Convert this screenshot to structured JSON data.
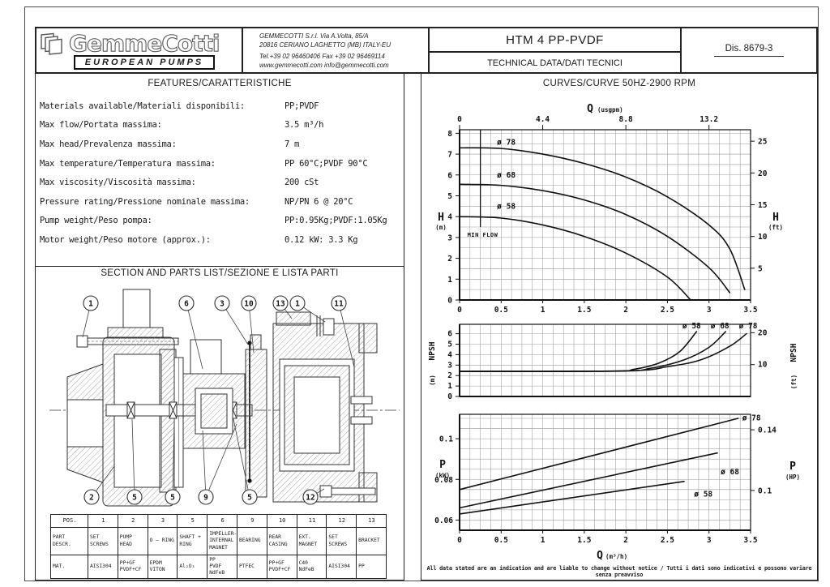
{
  "colors": {
    "ink": "#1a1a1a",
    "paper": "#ffffff",
    "grid": "#9a9a9a"
  },
  "icons": {
    "logo_stack": "stacked-sheets-icon"
  },
  "page": {
    "header": {
      "logo": {
        "name": "GemmeCotti",
        "tagline": "EUROPEAN PUMPS"
      },
      "company": {
        "line1": "GEMMECOTTI S.r.l. Via A.Volta, 85/A",
        "line2": "20816 CERIANO LAGHETTO (MB) ITALY-EU",
        "line3": "Tel.+39 02 96460406 Fax +39 02 96469114",
        "line4": "www.gemmecotti.com info@gemmecotti.com"
      },
      "title": "HTM 4 PP-PVDF",
      "subtitle": "TECHNICAL DATA/DATI TECNICI",
      "drawing_no": "Dis. 8679-3"
    },
    "features": {
      "title": "FEATURES/CARATTERISTICHE",
      "rows": [
        {
          "label": "Materials available/Materiali disponibili:",
          "value": "PP;PVDF"
        },
        {
          "label": "Max flow/Portata massima:",
          "value": "3.5 m³/h"
        },
        {
          "label": "Max head/Prevalenza massima:",
          "value": "7 m"
        },
        {
          "label": "Max temperature/Temperatura massima:",
          "value": "PP 60°C;PVDF 90°C"
        },
        {
          "label": "Max viscosity/Viscosità massima:",
          "value": "200 cSt"
        },
        {
          "label": "Pressure rating/Pressione nominale massima:",
          "value": "NP/PN 6 @ 20°C"
        },
        {
          "label": "Pump weight/Peso pompa:",
          "value": "PP:0.95Kg;PVDF:1.05Kg"
        },
        {
          "label": "Motor weight/Peso motore (approx.):",
          "value": "0.12 kW: 3.3 Kg"
        }
      ]
    },
    "section": {
      "title": "SECTION AND PARTS LIST/SEZIONE E LISTA PARTI",
      "callouts_top": [
        "1",
        "6",
        "3",
        "10",
        "13",
        "1",
        "11"
      ],
      "callouts_bottom": [
        "2",
        "5",
        "5",
        "9",
        "5",
        "12"
      ]
    },
    "parts_table": {
      "row_headers": [
        "POS.",
        "PART\nDESCR.",
        "MAT."
      ],
      "pos": [
        "1",
        "2",
        "3",
        "5",
        "6",
        "9",
        "10",
        "11",
        "12",
        "13"
      ],
      "descr": [
        "SET\nSCREWS",
        "PUMP\nHEAD",
        "O – RING",
        "SHAFT +\nRING",
        "IMPELLER-\nINTERNAL\nMAGNET",
        "BEARING",
        "REAR\nCASING",
        "EXT.\nMAGNET",
        "SET\nSCREWS",
        "BRACKET"
      ],
      "mat": [
        "AISI304",
        "PP+GF\nPVDF+CF",
        "EPDM\nVITON",
        "Al₂O₃",
        "PP\nPVDF\nNdFeB",
        "PTFEC",
        "PP+GF\nPVDF+CF",
        "C40\nNdFeB",
        "AISI304",
        "PP"
      ]
    },
    "curves_title": "CURVES/CURVE 50HZ-2900 RPM",
    "footer_note": "All data stated are an indication and are liable to change without notice  / Tutti i dati sono indicativi e possono variare senza preavviso"
  },
  "chart_data": [
    {
      "id": "head-flow",
      "type": "line",
      "title": "Head vs Flow",
      "xlim": [
        0,
        3.5
      ],
      "ylim": [
        0,
        8.17
      ],
      "grid": "on",
      "x_bottom": {
        "ticks": [
          0,
          0.5,
          1,
          1.5,
          2,
          2.5,
          3,
          3.5
        ]
      },
      "x_top": {
        "label_main": "Q",
        "label_sub": "(usgpm)",
        "ticks": [
          {
            "q": 0,
            "label": "0"
          },
          {
            "q": 1,
            "label": "4.4"
          },
          {
            "q": 2,
            "label": "8.8"
          },
          {
            "q": 3,
            "label": "13.2"
          }
        ]
      },
      "y_left": {
        "main": "H",
        "sub": "(m)",
        "ticks": [
          0,
          1,
          2,
          3,
          4,
          5,
          6,
          7,
          8
        ]
      },
      "y_right": {
        "main": "H",
        "sub": "(ft)",
        "ticks_ft": [
          5,
          10,
          15,
          20,
          25
        ]
      },
      "min_flow": {
        "x": 0.25,
        "y_bottom": 3.5,
        "label": "MIN FLOW"
      },
      "series": [
        {
          "name": "ø 78",
          "label_at": [
            0.45,
            7.45
          ],
          "points": [
            [
              0,
              7.3
            ],
            [
              0.5,
              7.27
            ],
            [
              1,
              7.0
            ],
            [
              1.5,
              6.55
            ],
            [
              2,
              5.9
            ],
            [
              2.5,
              4.95
            ],
            [
              3,
              3.6
            ],
            [
              3.25,
              2.45
            ],
            [
              3.43,
              0.5
            ]
          ]
        },
        {
          "name": "ø 68",
          "label_at": [
            0.45,
            5.88
          ],
          "points": [
            [
              0,
              5.55
            ],
            [
              0.5,
              5.5
            ],
            [
              1,
              5.25
            ],
            [
              1.5,
              4.8
            ],
            [
              2,
              4.1
            ],
            [
              2.5,
              3.05
            ],
            [
              3,
              1.55
            ],
            [
              3.25,
              0.35
            ]
          ]
        },
        {
          "name": "ø 58",
          "label_at": [
            0.45,
            4.38
          ],
          "points": [
            [
              0,
              4.0
            ],
            [
              0.5,
              3.93
            ],
            [
              1,
              3.6
            ],
            [
              1.5,
              3.05
            ],
            [
              2,
              2.25
            ],
            [
              2.5,
              1.1
            ],
            [
              2.78,
              0
            ]
          ]
        }
      ]
    },
    {
      "id": "npsh",
      "type": "line",
      "title": "NPSH vs Flow",
      "xlim": [
        0,
        3.5
      ],
      "ylim": [
        0,
        6.9
      ],
      "grid": "on",
      "y_left": {
        "main": "NPSH",
        "sub": "(m)",
        "ticks": [
          0,
          1,
          2,
          3,
          4,
          5,
          6
        ]
      },
      "y_right": {
        "main": "NPSH",
        "sub": "(ft)",
        "ticks_ft": [
          10,
          20
        ]
      },
      "series": [
        {
          "name": "ø 58",
          "label_at": [
            2.68,
            6.5
          ],
          "points": [
            [
              0,
              2.4
            ],
            [
              1.8,
              2.42
            ],
            [
              2.1,
              2.6
            ],
            [
              2.4,
              3.2
            ],
            [
              2.65,
              4.3
            ],
            [
              2.85,
              6.2
            ]
          ]
        },
        {
          "name": "ø 68",
          "label_at": [
            3.02,
            6.5
          ],
          "points": [
            [
              0,
              2.4
            ],
            [
              1.9,
              2.42
            ],
            [
              2.3,
              2.7
            ],
            [
              2.7,
              3.5
            ],
            [
              3.0,
              4.7
            ],
            [
              3.2,
              6.2
            ]
          ]
        },
        {
          "name": "ø 78",
          "label_at": [
            3.36,
            6.5
          ],
          "points": [
            [
              0,
              2.4
            ],
            [
              2.0,
              2.45
            ],
            [
              2.5,
              2.85
            ],
            [
              2.9,
              3.5
            ],
            [
              3.25,
              4.8
            ],
            [
              3.45,
              6.0
            ]
          ]
        }
      ]
    },
    {
      "id": "power",
      "type": "line",
      "title": "Power vs Flow",
      "xlim": [
        0,
        3.5
      ],
      "ylim": [
        0.055,
        0.112
      ],
      "grid": "on",
      "x_bottom": {
        "label_main": "Q",
        "label_sub": "(m³/h)",
        "ticks": [
          0,
          0.5,
          1,
          1.5,
          2,
          2.5,
          3,
          3.5
        ]
      },
      "y_left": {
        "main": "P",
        "sub": "(kW)",
        "ticks": [
          {
            "v": 0.1,
            "label": "0.1"
          },
          {
            "v": 0.08,
            "label": "0.08"
          },
          {
            "v": 0.06,
            "label": "0.06"
          }
        ]
      },
      "y_right": {
        "main": "P",
        "sub": "(HP)",
        "ticks_hp": [
          {
            "hp": 0.14,
            "label": "0.14"
          },
          {
            "hp": 0.1,
            "label": "0.1"
          }
        ]
      },
      "series": [
        {
          "name": "ø 78",
          "label_at": [
            3.4,
            0.109
          ],
          "points": [
            [
              0,
              0.075
            ],
            [
              3.35,
              0.11
            ]
          ]
        },
        {
          "name": "ø 68",
          "label_at": [
            3.14,
            0.0825
          ],
          "points": [
            [
              0,
              0.066
            ],
            [
              3.1,
              0.093
            ]
          ]
        },
        {
          "name": "ø 58",
          "label_at": [
            2.82,
            0.0715
          ],
          "points": [
            [
              0,
              0.063
            ],
            [
              2.7,
              0.079
            ]
          ]
        }
      ]
    }
  ]
}
